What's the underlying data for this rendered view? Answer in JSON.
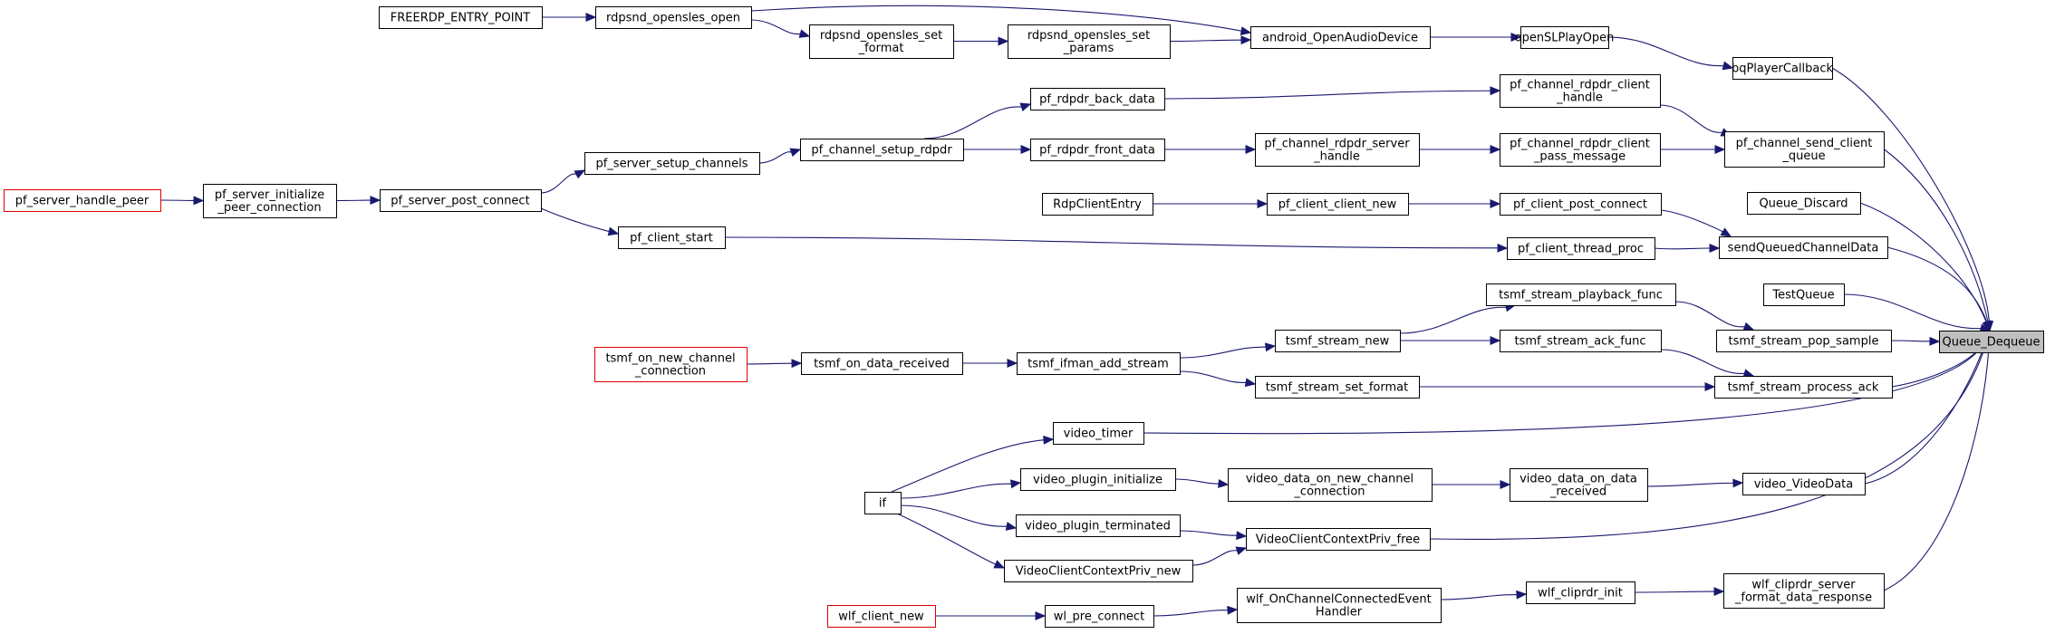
{
  "graph": {
    "focus": "Queue_Dequeue",
    "colors": {
      "edge": "#191970",
      "node_border": "#000000",
      "truncated_border": "#e00000",
      "focus_fill": "#bfbfbf"
    },
    "nodes": [
      {
        "id": "queue_dequeue",
        "lines": [
          "Queue_Dequeue"
        ],
        "style": "focus"
      },
      {
        "id": "bqplayercallback",
        "lines": [
          "bqPlayerCallback"
        ]
      },
      {
        "id": "opensl_playopen",
        "lines": [
          "openSLPlayOpen"
        ]
      },
      {
        "id": "android_openaudiodevice",
        "lines": [
          "android_OpenAudioDevice"
        ]
      },
      {
        "id": "rdpsnd_opensles_open",
        "lines": [
          "rdpsnd_opensles_open"
        ]
      },
      {
        "id": "freerdp_entry_point",
        "lines": [
          "FREERDP_ENTRY_POINT"
        ]
      },
      {
        "id": "rdpsnd_opensles_set_format",
        "lines": [
          "rdpsnd_opensles_set",
          "_format"
        ]
      },
      {
        "id": "rdpsnd_opensles_set_params",
        "lines": [
          "rdpsnd_opensles_set",
          "_params"
        ]
      },
      {
        "id": "pf_channel_send_client_queue",
        "lines": [
          "pf_channel_send_client",
          "_queue"
        ]
      },
      {
        "id": "pf_channel_rdpdr_client_handle",
        "lines": [
          "pf_channel_rdpdr_client",
          "_handle"
        ]
      },
      {
        "id": "pf_channel_rdpdr_client_pass_message",
        "lines": [
          "pf_channel_rdpdr_client",
          "_pass_message"
        ]
      },
      {
        "id": "pf_rdpdr_back_data",
        "lines": [
          "pf_rdpdr_back_data"
        ]
      },
      {
        "id": "pf_rdpdr_front_data",
        "lines": [
          "pf_rdpdr_front_data"
        ]
      },
      {
        "id": "pf_channel_rdpdr_server_handle",
        "lines": [
          "pf_channel_rdpdr_server",
          "_handle"
        ]
      },
      {
        "id": "pf_channel_setup_rdpdr",
        "lines": [
          "pf_channel_setup_rdpdr"
        ]
      },
      {
        "id": "pf_server_setup_channels",
        "lines": [
          "pf_server_setup_channels"
        ]
      },
      {
        "id": "pf_server_post_connect",
        "lines": [
          "pf_server_post_connect"
        ]
      },
      {
        "id": "pf_server_initialize_peer_connection",
        "lines": [
          "pf_server_initialize",
          "_peer_connection"
        ]
      },
      {
        "id": "pf_server_handle_peer",
        "lines": [
          "pf_server_handle_peer"
        ],
        "style": "red"
      },
      {
        "id": "pf_client_start",
        "lines": [
          "pf_client_start"
        ]
      },
      {
        "id": "queue_discard",
        "lines": [
          "Queue_Discard"
        ]
      },
      {
        "id": "sendqueuedchanneldata",
        "lines": [
          "sendQueuedChannelData"
        ]
      },
      {
        "id": "pf_client_post_connect",
        "lines": [
          "pf_client_post_connect"
        ]
      },
      {
        "id": "pf_client_thread_proc",
        "lines": [
          "pf_client_thread_proc"
        ]
      },
      {
        "id": "rdpcliententry",
        "lines": [
          "RdpClientEntry"
        ]
      },
      {
        "id": "pf_client_client_new",
        "lines": [
          "pf_client_client_new"
        ]
      },
      {
        "id": "testqueue",
        "lines": [
          "TestQueue"
        ]
      },
      {
        "id": "tsmf_stream_pop_sample",
        "lines": [
          "tsmf_stream_pop_sample"
        ]
      },
      {
        "id": "tsmf_stream_playback_func",
        "lines": [
          "tsmf_stream_playback_func"
        ]
      },
      {
        "id": "tsmf_stream_new",
        "lines": [
          "tsmf_stream_new"
        ]
      },
      {
        "id": "tsmf_stream_ack_func",
        "lines": [
          "tsmf_stream_ack_func"
        ]
      },
      {
        "id": "tsmf_ifman_add_stream",
        "lines": [
          "tsmf_ifman_add_stream"
        ]
      },
      {
        "id": "tsmf_on_data_received",
        "lines": [
          "tsmf_on_data_received"
        ]
      },
      {
        "id": "tsmf_on_new_channel_connection",
        "lines": [
          "tsmf_on_new_channel",
          "_connection"
        ],
        "style": "red"
      },
      {
        "id": "tsmf_stream_process_ack",
        "lines": [
          "tsmf_stream_process_ack"
        ]
      },
      {
        "id": "tsmf_stream_set_format",
        "lines": [
          "tsmf_stream_set_format"
        ]
      },
      {
        "id": "video_timer",
        "lines": [
          "video_timer"
        ]
      },
      {
        "id": "if_node",
        "lines": [
          "if"
        ]
      },
      {
        "id": "video_plugin_initialize",
        "lines": [
          "video_plugin_initialize"
        ]
      },
      {
        "id": "video_data_on_new_channel_connection",
        "lines": [
          "video_data_on_new_channel",
          "_connection"
        ]
      },
      {
        "id": "video_data_on_data_received",
        "lines": [
          "video_data_on_data",
          "_received"
        ]
      },
      {
        "id": "video_videodata",
        "lines": [
          "video_VideoData"
        ]
      },
      {
        "id": "video_plugin_terminated",
        "lines": [
          "video_plugin_terminated"
        ]
      },
      {
        "id": "videoclientcontextpriv_free",
        "lines": [
          "VideoClientContextPriv_free"
        ]
      },
      {
        "id": "videoclientcontextpriv_new",
        "lines": [
          "VideoClientContextPriv_new"
        ]
      },
      {
        "id": "wlf_cliprdr_server_format_data_response",
        "lines": [
          "wlf_cliprdr_server",
          "_format_data_response"
        ]
      },
      {
        "id": "wlf_cliprdr_init",
        "lines": [
          "wlf_cliprdr_init"
        ]
      },
      {
        "id": "wlf_onchannelconnectedeventhandler",
        "lines": [
          "wlf_OnChannelConnectedEvent",
          "Handler"
        ]
      },
      {
        "id": "wl_pre_connect",
        "lines": [
          "wl_pre_connect"
        ]
      },
      {
        "id": "wlf_client_new",
        "lines": [
          "wlf_client_new"
        ],
        "style": "red"
      }
    ],
    "edges": [
      [
        "bqplayercallback",
        "queue_dequeue"
      ],
      [
        "opensl_playopen",
        "bqplayercallback"
      ],
      [
        "android_openaudiodevice",
        "opensl_playopen"
      ],
      [
        "rdpsnd_opensles_open",
        "android_openaudiodevice"
      ],
      [
        "freerdp_entry_point",
        "rdpsnd_opensles_open"
      ],
      [
        "rdpsnd_opensles_open",
        "rdpsnd_opensles_set_format"
      ],
      [
        "rdpsnd_opensles_set_format",
        "rdpsnd_opensles_set_params"
      ],
      [
        "rdpsnd_opensles_set_params",
        "android_openaudiodevice"
      ],
      [
        "pf_channel_send_client_queue",
        "queue_dequeue"
      ],
      [
        "pf_channel_rdpdr_client_handle",
        "pf_channel_send_client_queue"
      ],
      [
        "pf_channel_rdpdr_client_pass_message",
        "pf_channel_send_client_queue"
      ],
      [
        "pf_rdpdr_back_data",
        "pf_channel_rdpdr_client_handle"
      ],
      [
        "pf_channel_setup_rdpdr",
        "pf_rdpdr_back_data"
      ],
      [
        "pf_channel_setup_rdpdr",
        "pf_rdpdr_front_data"
      ],
      [
        "pf_rdpdr_front_data",
        "pf_channel_rdpdr_server_handle"
      ],
      [
        "pf_channel_rdpdr_server_handle",
        "pf_channel_rdpdr_client_pass_message"
      ],
      [
        "pf_server_setup_channels",
        "pf_channel_setup_rdpdr"
      ],
      [
        "pf_server_post_connect",
        "pf_server_setup_channels"
      ],
      [
        "pf_server_initialize_peer_connection",
        "pf_server_post_connect"
      ],
      [
        "pf_server_handle_peer",
        "pf_server_initialize_peer_connection"
      ],
      [
        "pf_server_post_connect",
        "pf_client_start"
      ],
      [
        "pf_client_start",
        "pf_client_thread_proc"
      ],
      [
        "queue_discard",
        "queue_dequeue"
      ],
      [
        "sendqueuedchanneldata",
        "queue_dequeue"
      ],
      [
        "pf_client_post_connect",
        "sendqueuedchanneldata"
      ],
      [
        "pf_client_thread_proc",
        "sendqueuedchanneldata"
      ],
      [
        "rdpcliententry",
        "pf_client_client_new"
      ],
      [
        "pf_client_client_new",
        "pf_client_post_connect"
      ],
      [
        "testqueue",
        "queue_dequeue"
      ],
      [
        "tsmf_stream_pop_sample",
        "queue_dequeue"
      ],
      [
        "tsmf_stream_playback_func",
        "tsmf_stream_pop_sample"
      ],
      [
        "tsmf_stream_new",
        "tsmf_stream_playback_func"
      ],
      [
        "tsmf_stream_new",
        "tsmf_stream_ack_func"
      ],
      [
        "tsmf_ifman_add_stream",
        "tsmf_stream_new"
      ],
      [
        "tsmf_on_data_received",
        "tsmf_ifman_add_stream"
      ],
      [
        "tsmf_on_new_channel_connection",
        "tsmf_on_data_received"
      ],
      [
        "tsmf_ifman_add_stream",
        "tsmf_stream_set_format"
      ],
      [
        "tsmf_stream_ack_func",
        "tsmf_stream_process_ack"
      ],
      [
        "tsmf_stream_set_format",
        "tsmf_stream_process_ack"
      ],
      [
        "tsmf_stream_process_ack",
        "queue_dequeue"
      ],
      [
        "video_timer",
        "queue_dequeue"
      ],
      [
        "if_node",
        "video_timer"
      ],
      [
        "if_node",
        "video_plugin_initialize"
      ],
      [
        "if_node",
        "video_plugin_terminated"
      ],
      [
        "if_node",
        "videoclientcontextpriv_new"
      ],
      [
        "video_plugin_initialize",
        "video_data_on_new_channel_connection"
      ],
      [
        "video_data_on_new_channel_connection",
        "video_data_on_data_received"
      ],
      [
        "video_data_on_data_received",
        "video_videodata"
      ],
      [
        "video_videodata",
        "queue_dequeue"
      ],
      [
        "video_plugin_terminated",
        "videoclientcontextpriv_free"
      ],
      [
        "videoclientcontextpriv_new",
        "videoclientcontextpriv_free"
      ],
      [
        "videoclientcontextpriv_free",
        "queue_dequeue"
      ],
      [
        "wlf_cliprdr_server_format_data_response",
        "queue_dequeue"
      ],
      [
        "wlf_cliprdr_init",
        "wlf_cliprdr_server_format_data_response"
      ],
      [
        "wlf_onchannelconnectedeventhandler",
        "wlf_cliprdr_init"
      ],
      [
        "wl_pre_connect",
        "wlf_onchannelconnectedeventhandler"
      ],
      [
        "wlf_client_new",
        "wl_pre_connect"
      ]
    ]
  }
}
